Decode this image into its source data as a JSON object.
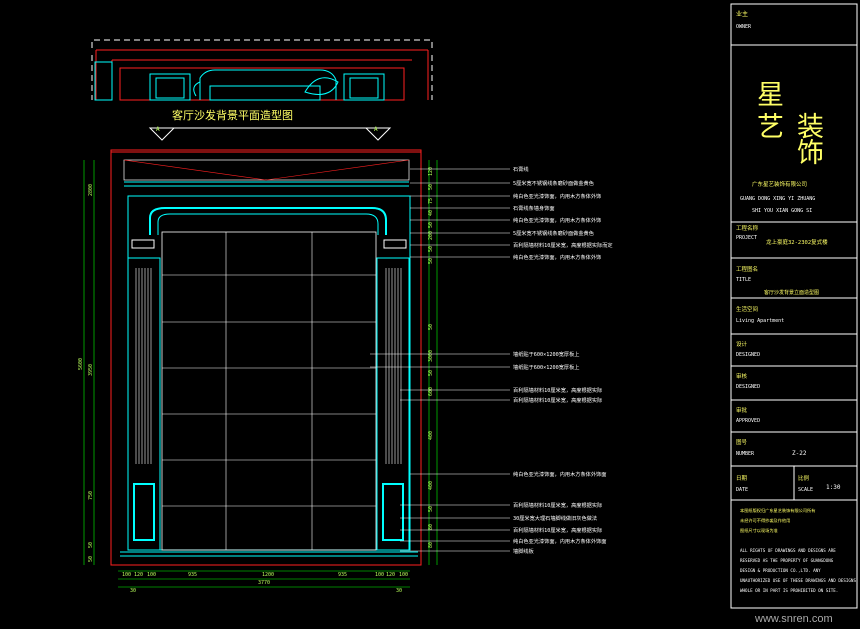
{
  "drawing": {
    "plan_title": "客厅沙发背景平面造型图",
    "section_marks": [
      "A",
      "A"
    ],
    "dims_right": [
      "120",
      "50",
      "75",
      "40",
      "50",
      "200",
      "50",
      "50",
      "50",
      "3000",
      "50",
      "600",
      "400",
      "400",
      "50",
      "80",
      "80"
    ],
    "dims_left_outer": [
      "5600"
    ],
    "dims_left_inner": [
      "3950",
      "2800",
      "750",
      "50",
      "50"
    ],
    "dims_bottom_top": [
      "100",
      "120",
      "100",
      "935",
      "1200",
      "935",
      "100",
      "120",
      "100"
    ],
    "dims_bottom_mid": [
      "3770"
    ],
    "dims_bottom_low": [
      "30",
      "30"
    ],
    "annotations": [
      "石膏线",
      "5厘米宽不锈钢线条磨砂面做金黄色",
      "纯白色亚光漆饰面，内用木方条体外饰",
      "石膏线条墙身饰面",
      "纯白色亚光漆饰面，内用木方条体外饰",
      "5厘米宽不锈钢线条磨砂面做金黄色",
      "百利隔墙材料10厘米宽，高度根据实际而定",
      "纯白色亚光漆饰面，内用木方条体外饰",
      "墙纸贴于600×1200宽厚板上",
      "墙纸贴于600×1200宽厚板上",
      "百利隔墙材料10厘米宽，高度根据实际",
      "百利隔墙材料10厘米宽，高度根据实际",
      "纯白色亚光漆饰面，内用木方条体外饰面",
      "百利隔墙材料10厘米宽，高度根据实际",
      "30厘米宽大理石墙脚线做旧灰色做法",
      "百利隔墙材料10厘米宽，高度根据实际",
      "纯白色亚光漆饰面，内用木方条体外饰面",
      "墙脚线板"
    ]
  },
  "title_block": {
    "client_label": "业主",
    "client_en": "OWNER",
    "logo_chars": [
      "星",
      "艺",
      "装",
      "饰"
    ],
    "company_cn": "广东星艺装饰有限公司",
    "company_en_1": "GUANG DONG XING YI ZHUANG",
    "company_en_2": "SHI YOU XIAN GONG SI",
    "project_label": "工程名称",
    "project_en": "PROJECT",
    "project_value": "龙上豪庭32-2302复式楼",
    "title_label": "工程图名",
    "title_en": "TITLE",
    "title_value": "客厅沙发背景立面造型图",
    "space_label": "生活空间",
    "space_en": "Living Apartment",
    "design_label": "设计",
    "design_en": "DESIGNED",
    "check_label": "审核",
    "check_en": "DESIGNED",
    "approve_label": "审批",
    "approve_en": "APPROVED",
    "number_label": "图号",
    "number_en": "NUMBER",
    "number_value": "Z-22",
    "date_label": "日期",
    "date_en": "DATE",
    "scale_label": "比例",
    "scale_en": "SCALE",
    "scale_value": "1:30",
    "notes_cn_1": "本图纸版权归广东星艺装饰有限公司所有",
    "notes_cn_2": "未经许可不得抄袭及作他用",
    "notes_cn_3": "图纸尺寸以现场为准",
    "notes_en": [
      "ALL RIGHTS OF DRAWINGS AND DESIGNS ARE",
      "RESERVED AS THE PROPERTY OF GUANGDONG",
      "DESIGN & PRODUCTION CO.,LTD. ANY",
      "UNAUTHORIZED USE OF THESE DRAWINGS AND DESIGNS",
      "WHOLE OR IN PART IS PROHIBITED ON SITE."
    ]
  },
  "watermark": "www.snren.com"
}
